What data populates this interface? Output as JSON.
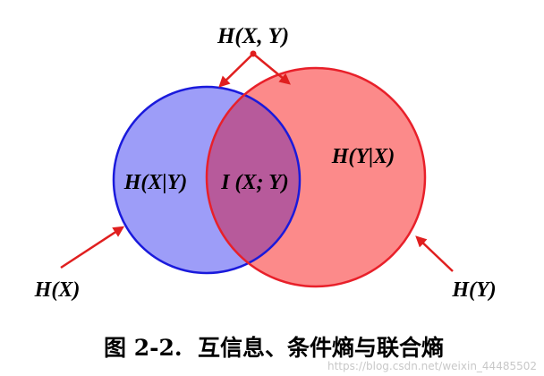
{
  "labels": {
    "joint": "H(X, Y)",
    "cond_x_given_y": "H(X|Y)",
    "mutual": "I (X; Y)",
    "cond_y_given_x": "H(Y|X)",
    "hx": "H(X)",
    "hy": "H(Y)"
  },
  "caption": "图 2-2.  互信息、条件熵与联合熵",
  "watermark": "https://blog.csdn.net/weixin_44485502",
  "colors": {
    "circle_x_fill": "#9d9df8",
    "circle_x_stroke": "#1a1adc",
    "circle_y_fill": "#fc8a8a",
    "circle_y_stroke": "#e8202a",
    "overlap_fill": "#b75a9b",
    "arrow": "#e01f1f"
  }
}
